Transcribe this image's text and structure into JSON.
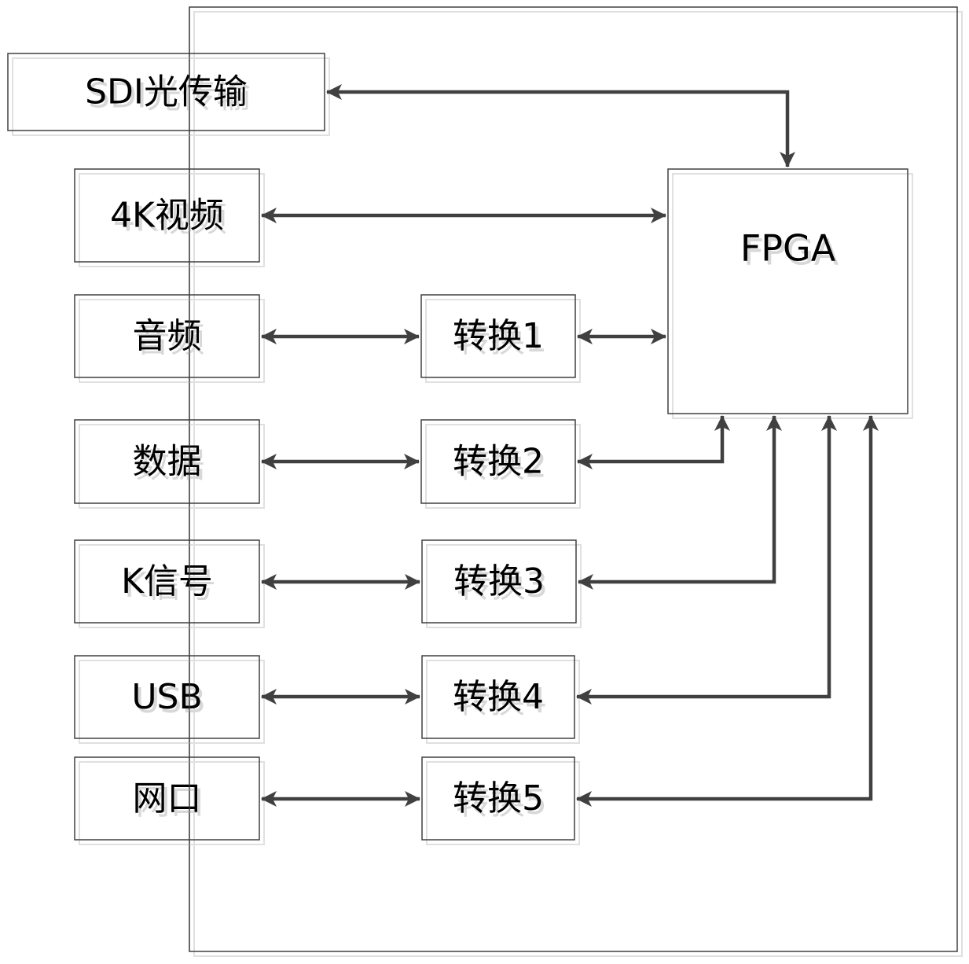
{
  "diagram": {
    "title": "",
    "colors": {
      "line": "#404040",
      "box_border": "#404040",
      "box_shadow": "#e0e0e0",
      "text": "#000000",
      "background": "#ffffff"
    },
    "nodes": {
      "sdi": {
        "label": "SDI光传输"
      },
      "video4k": {
        "label": "4K视频"
      },
      "audio": {
        "label": "音频"
      },
      "data": {
        "label": "数据"
      },
      "ksignal": {
        "label": "K信号"
      },
      "usb": {
        "label": "USB"
      },
      "network": {
        "label": "网口"
      },
      "conv1": {
        "label": "转换1"
      },
      "conv2": {
        "label": "转换2"
      },
      "conv3": {
        "label": "转换3"
      },
      "conv4": {
        "label": "转换4"
      },
      "conv5": {
        "label": "转换5"
      },
      "fpga": {
        "label": "FPGA"
      }
    },
    "edges": [
      {
        "from": "sdi",
        "to": "fpga",
        "direction": "bidirectional"
      },
      {
        "from": "video4k",
        "to": "fpga",
        "direction": "bidirectional"
      },
      {
        "from": "audio",
        "to": "conv1",
        "direction": "bidirectional"
      },
      {
        "from": "conv1",
        "to": "fpga",
        "direction": "bidirectional"
      },
      {
        "from": "data",
        "to": "conv2",
        "direction": "bidirectional"
      },
      {
        "from": "conv2",
        "to": "fpga",
        "direction": "bidirectional"
      },
      {
        "from": "ksignal",
        "to": "conv3",
        "direction": "bidirectional"
      },
      {
        "from": "conv3",
        "to": "fpga",
        "direction": "bidirectional"
      },
      {
        "from": "usb",
        "to": "conv4",
        "direction": "bidirectional"
      },
      {
        "from": "conv4",
        "to": "fpga",
        "direction": "bidirectional"
      },
      {
        "from": "network",
        "to": "conv5",
        "direction": "bidirectional"
      },
      {
        "from": "conv5",
        "to": "fpga",
        "direction": "bidirectional"
      }
    ]
  }
}
